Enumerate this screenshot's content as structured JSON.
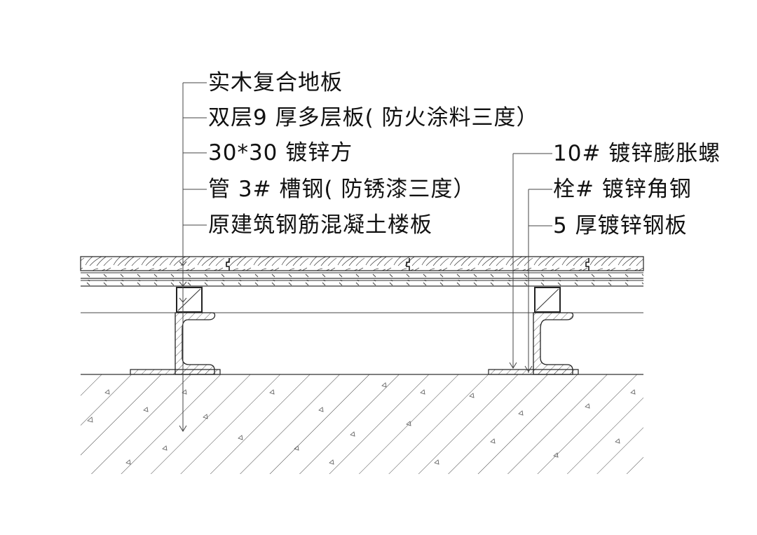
{
  "drawing": {
    "type": "construction section detail",
    "subject": "raised wood floor on steel channel supports over concrete slab"
  },
  "labels_left": [
    {
      "text": "实木复合地板"
    },
    {
      "text": "双层9 厚多层板( 防火涂料三度）"
    },
    {
      "text": "30*30 镀锌方"
    },
    {
      "text": "管 3# 槽钢( 防锈漆三度）"
    },
    {
      "text": "原建筑钢筋混凝土楼板"
    }
  ],
  "labels_right": [
    {
      "text": "10# 镀锌膨胀螺"
    },
    {
      "text": "栓# 镀锌角钢"
    },
    {
      "text": "5 厚镀锌钢板"
    }
  ],
  "layers": [
    {
      "name": "solid-wood-composite-floor",
      "hatch": "wood"
    },
    {
      "name": "double-9mm-plywood",
      "hatch": "dashed-diagonal"
    },
    {
      "name": "galvanized-square-tube-30x30",
      "hatch": "cross-diagonal"
    },
    {
      "name": "steel-channel",
      "hatch": "diagonal"
    },
    {
      "name": "galvanized-steel-plate-5mm",
      "hatch": "diagonal"
    },
    {
      "name": "reinforced-concrete-slab",
      "hatch": "concrete"
    }
  ],
  "colors": {
    "line": "#222222",
    "leader": "#555555",
    "hatch": "#333333",
    "background": "#ffffff"
  }
}
